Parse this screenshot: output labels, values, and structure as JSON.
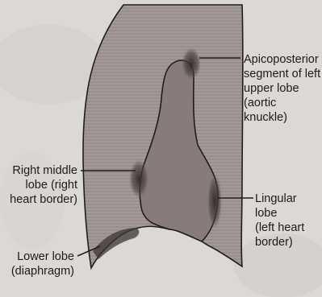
{
  "labels": {
    "apicoposterior": "Apicoposterior\nsegment of left\nupper lobe\n(aortic knuckle)",
    "right_middle": "Right middle\nlobe (right\nheart border)",
    "lingular": "Lingular lobe\n(left heart\nborder)",
    "lower": "Lower lobe\n(diaphragm)"
  },
  "colors": {
    "background": "#dcd9d5",
    "lung_fill": "#a39a98",
    "hatch": "#8d8482",
    "mediastinum": "#877c7b",
    "shadow": "#3a3434",
    "outline": "#1e1e1e"
  }
}
